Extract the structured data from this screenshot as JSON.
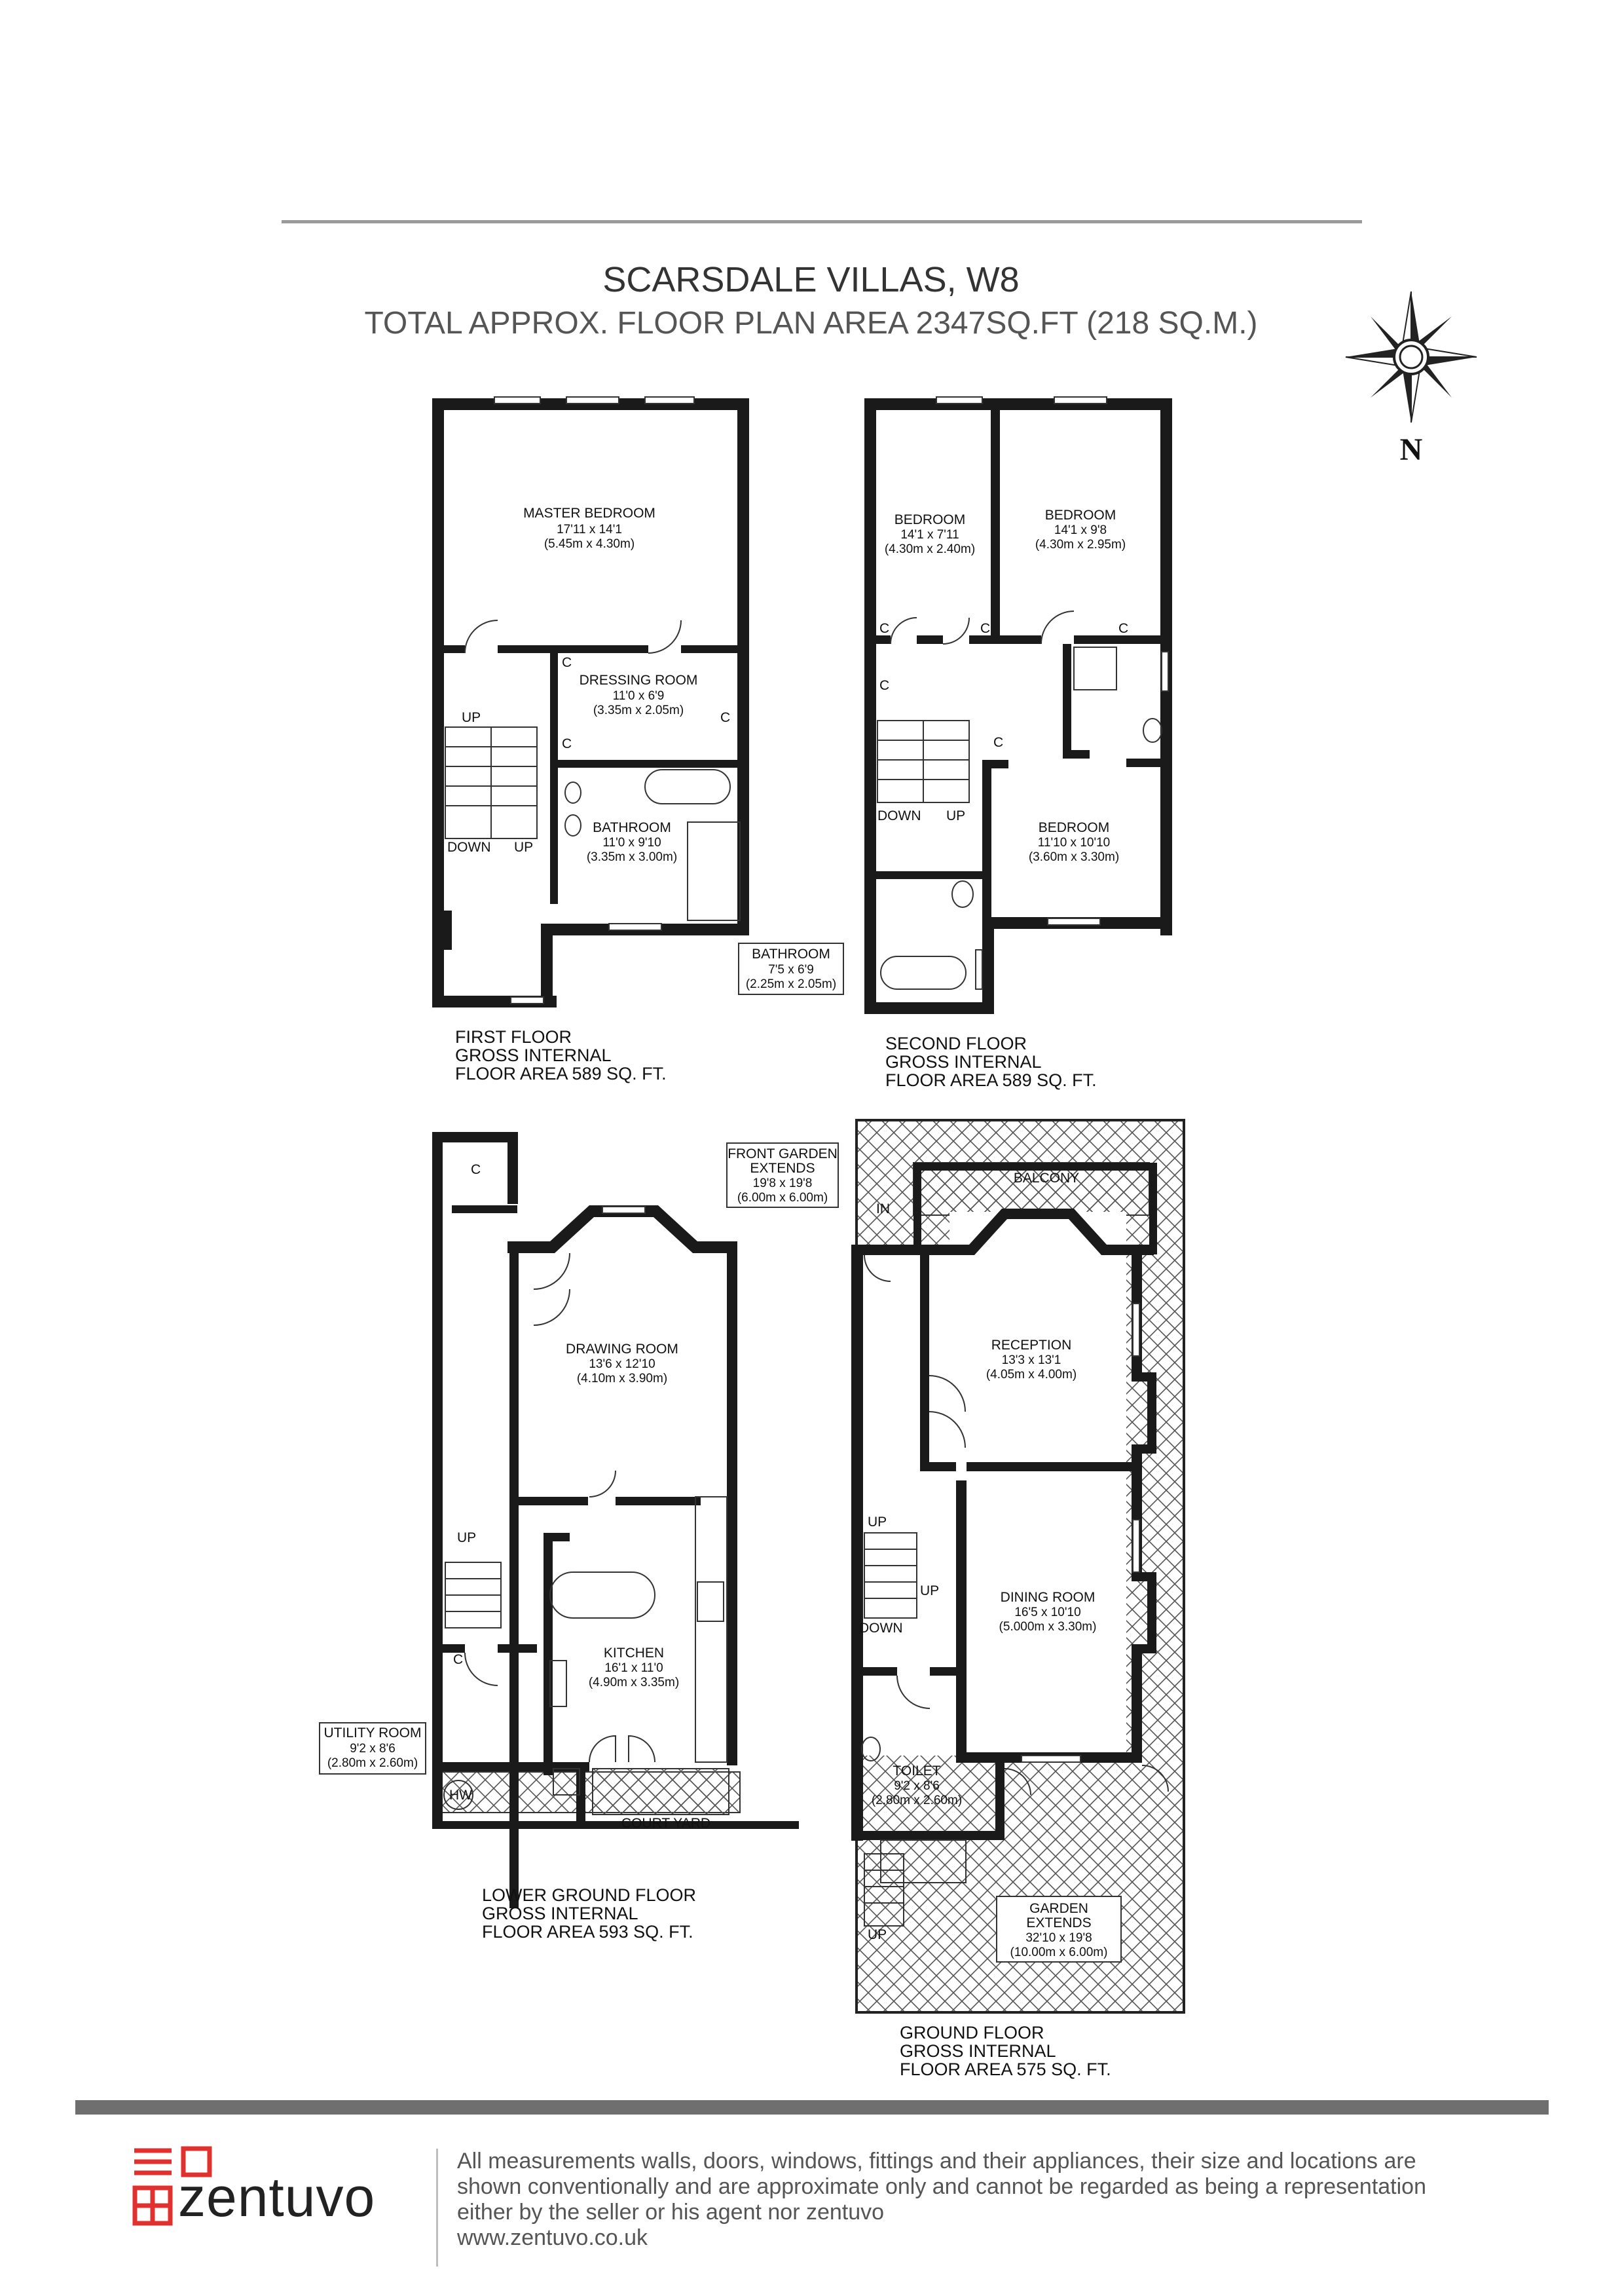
{
  "header": {
    "title": "SCARSDALE VILLAS, W8",
    "subtitle": "TOTAL APPROX. FLOOR PLAN AREA 2347SQ.FT (218 SQ.M.)"
  },
  "compass": {
    "north_label": "N"
  },
  "floors": {
    "first": {
      "caption": [
        "FIRST FLOOR",
        "GROSS INTERNAL",
        "FLOOR AREA 589 SQ. FT."
      ],
      "rooms": {
        "master_bedroom": {
          "name": "MASTER BEDROOM",
          "imperial": "17'11 x 14'1",
          "metric": "(5.45m x 4.30m)"
        },
        "dressing_room": {
          "name": "DRESSING ROOM",
          "imperial": "11'0 x 6'9",
          "metric": "(3.35m x 2.05m)"
        },
        "bathroom": {
          "name": "BATHROOM",
          "imperial": "11'0 x 9'10",
          "metric": "(3.35m x 3.00m)"
        }
      },
      "labels": {
        "up": "UP",
        "down": "DOWN",
        "up2": "UP",
        "cupboard": "C"
      }
    },
    "second": {
      "caption": [
        "SECOND FLOOR",
        "GROSS INTERNAL",
        "FLOOR AREA 589 SQ. FT."
      ],
      "rooms": {
        "bedroom_1": {
          "name": "BEDROOM",
          "imperial": "14'1 x 7'11",
          "metric": "(4.30m x 2.40m)"
        },
        "bedroom_2": {
          "name": "BEDROOM",
          "imperial": "14'1 x 9'8",
          "metric": "(4.30m x 2.95m)"
        },
        "bedroom_3": {
          "name": "BEDROOM",
          "imperial": "11'10 x 10'10",
          "metric": "(3.60m x 3.30m)"
        },
        "bathroom": {
          "name": "BATHROOM",
          "imperial": "7'5 x 6'9",
          "metric": "(2.25m x 2.05m)"
        }
      },
      "labels": {
        "up": "UP",
        "down": "DOWN",
        "cupboard": "C"
      }
    },
    "lower_ground": {
      "caption": [
        "LOWER GROUND FLOOR",
        "GROSS INTERNAL",
        "FLOOR AREA 593 SQ. FT."
      ],
      "rooms": {
        "drawing_room": {
          "name": "DRAWING ROOM",
          "imperial": "13'6 x 12'10",
          "metric": "(4.10m x 3.90m)"
        },
        "kitchen": {
          "name": "KITCHEN",
          "imperial": "16'1 x 11'0",
          "metric": "(4.90m x 3.35m)"
        },
        "utility_room": {
          "name": "UTILITY ROOM",
          "imperial": "9'2 x 8'6",
          "metric": "(2.80m x 2.60m)"
        },
        "court_yard": {
          "name": "COURT YARD"
        }
      },
      "labels": {
        "up": "UP",
        "hw": "HW",
        "cupboard": "C"
      }
    },
    "ground": {
      "caption": [
        "GROUND FLOOR",
        "GROSS INTERNAL",
        "FLOOR AREA 575 SQ. FT."
      ],
      "rooms": {
        "front_garden": {
          "name": "FRONT GARDEN",
          "extends": "EXTENDS",
          "imperial": "19'8 x 19'8",
          "metric": "(6.00m x 6.00m)"
        },
        "balcony": {
          "name": "BALCONY"
        },
        "reception": {
          "name": "RECEPTION",
          "imperial": "13'3 x 13'1",
          "metric": "(4.05m x 4.00m)"
        },
        "dining_room": {
          "name": "DINING ROOM",
          "imperial": "16'5 x 10'10",
          "metric": "(5.000m x 3.30m)"
        },
        "toilet": {
          "name": "TOILET",
          "imperial": "9'2 x 8'6",
          "metric": "(2.80m x 2.60m)"
        },
        "garden": {
          "name": "GARDEN",
          "extends": "EXTENDS",
          "imperial": "32'10 x 19'8",
          "metric": "(10.00m x 6.00m)"
        }
      },
      "labels": {
        "in": "IN",
        "up": "UP",
        "up2": "UP",
        "down": "DOWN",
        "up3": "UP"
      }
    }
  },
  "footer": {
    "brand": "zentuvo",
    "disclaimer": [
      "All measurements walls, doors, windows, fittings and their appliances, their size and locations are",
      "shown conventionally and are approximate only and cannot be regarded as being a representation",
      "either by the seller or his agent nor zentuvo",
      "www.zentuvo.co.uk"
    ],
    "brand_color": "#e0312f"
  }
}
